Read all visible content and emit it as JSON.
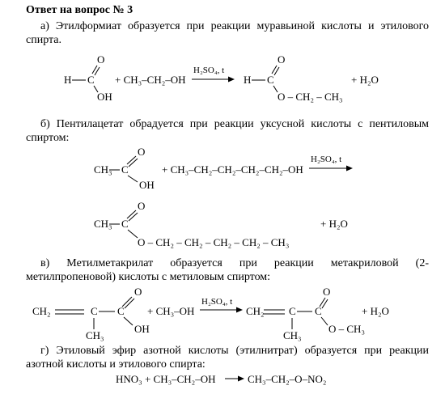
{
  "heading": "Ответ на вопрос № 3",
  "para_a": "а) Этилформиат образуется при реакции муравьиной кислоты и этилового спирта.",
  "para_b": "б) Пентилацетат обрадуется при реакции уксусной кислоты с пентиловым спиртом:",
  "para_c": "в) Метилметакрилат образуется при реакции метакриловой (2-метилпропеновой) кислоты с метиловым спиртом:",
  "para_d": "г) Этиловый эфир азотной кислоты (этилнитрат) образуется при реакции азотной кислоты и этилового спирта:",
  "eq_a": {
    "H": "H",
    "C": "C",
    "O_top": "O",
    "OH": "OH",
    "reagent": "+ CH₃–CH₂–OH",
    "condition": "H₂SO₄, t",
    "prod_H": "H",
    "prod_C": "C",
    "prod_O_top": "O",
    "prod_chain": "O – CH₂ – CH₃",
    "water": "+ H₂O"
  },
  "eq_b": {
    "CH3": "CH₃",
    "C": "C",
    "O_top": "O",
    "OH": "OH",
    "reagent": "+ CH₃–CH₂–CH₂–CH₂–CH₂–OH",
    "condition": "H₂SO₄, t",
    "prod_CH3": "CH₃",
    "prod_C": "C",
    "prod_O_top": "O",
    "prod_chain": "O – CH₂ – CH₂ – CH₂ – CH₂ – CH₃",
    "water": "+ H₂O"
  },
  "eq_c": {
    "CH2": "CH₂",
    "C_mid": "C",
    "CH3_low": "CH₃",
    "C": "C",
    "O_top": "O",
    "OH": "OH",
    "reagent": "+ CH₃–OH",
    "condition": "H₂SO₄, t",
    "prod_CH2": "CH₂",
    "prod_C_mid": "C",
    "prod_CH3_low": "CH₃",
    "prod_C": "C",
    "prod_O_top": "O",
    "prod_OCH3": "O – CH₃",
    "water": "+ H₂O"
  },
  "eq_d": {
    "reactants": "HNO₃ + CH₃–CH₂–OH",
    "product": "CH₃–CH₂–O–NO₂"
  }
}
